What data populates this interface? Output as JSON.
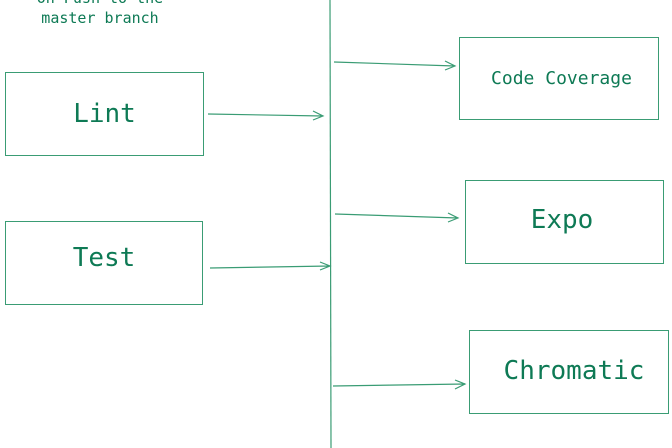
{
  "trigger": {
    "line1": "On Push to the",
    "line2": "master branch"
  },
  "left_jobs": [
    {
      "label": "Lint"
    },
    {
      "label": "Test"
    }
  ],
  "right_jobs": [
    {
      "label": "Code Coverage"
    },
    {
      "label": "Expo"
    },
    {
      "label": "Chromatic"
    }
  ],
  "colors": {
    "stroke": "#3a9c74",
    "text": "#0e7a55"
  }
}
